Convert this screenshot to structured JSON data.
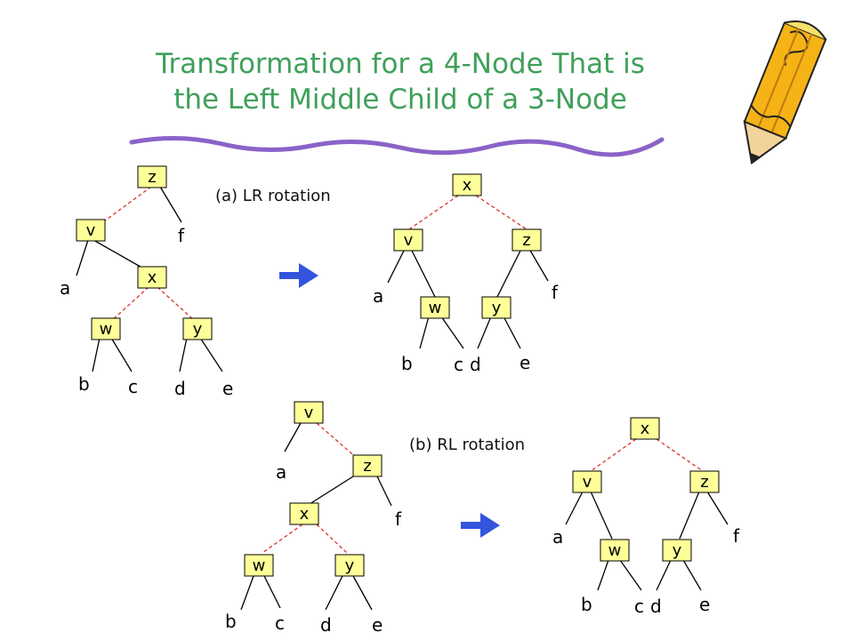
{
  "slide": {
    "title_line1": "Transformation for a 4-Node That is",
    "title_line2": "the Left Middle Child of a 3-Node",
    "caption_a": "(a) LR rotation",
    "caption_b": "(b) RL rotation"
  },
  "colors": {
    "title": "#3fa05a",
    "node_fill": "#ffff99",
    "node_border": "#000000",
    "red_edge": "#d9342b",
    "arrow": "#3355dd",
    "squiggle": "#8a63c8"
  },
  "trees": [
    {
      "id": "lr-before",
      "nodes": [
        "z",
        "v",
        "x",
        "w",
        "y"
      ],
      "leaves": [
        "f",
        "a",
        "b",
        "c",
        "d",
        "e"
      ]
    },
    {
      "id": "lr-after",
      "nodes": [
        "x",
        "v",
        "z",
        "w",
        "y"
      ],
      "leaves": [
        "a",
        "f",
        "b",
        "c",
        "d",
        "e"
      ]
    },
    {
      "id": "rl-before",
      "nodes": [
        "v",
        "z",
        "x",
        "w",
        "y"
      ],
      "leaves": [
        "a",
        "f",
        "b",
        "c",
        "d",
        "e"
      ]
    },
    {
      "id": "rl-after",
      "nodes": [
        "x",
        "v",
        "z",
        "w",
        "y"
      ],
      "leaves": [
        "a",
        "f",
        "b",
        "c",
        "d",
        "e"
      ]
    }
  ]
}
